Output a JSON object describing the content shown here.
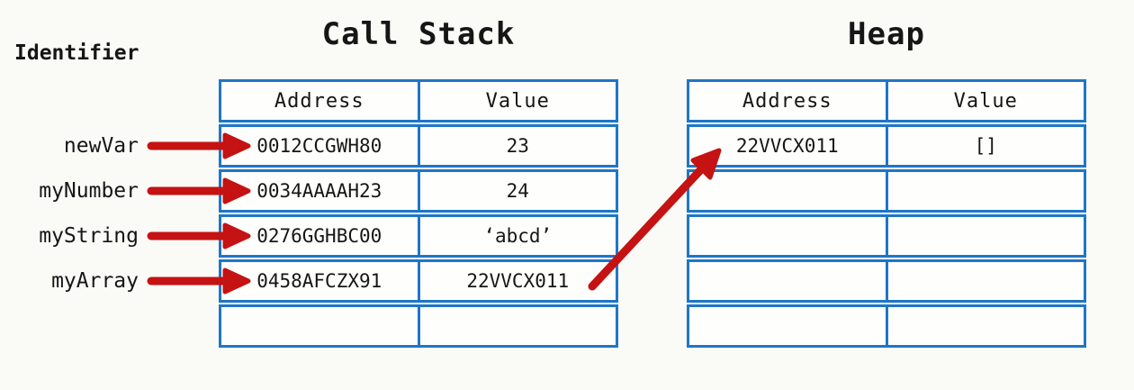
{
  "colors": {
    "table_border_blue": "#1E76C8",
    "arrow_red": "#C51212",
    "text": "#161616",
    "background": "#FAFAF7"
  },
  "identifier_panel": {
    "heading": "Identifier",
    "items": [
      "newVar",
      "myNumber",
      "myString",
      "myArray"
    ]
  },
  "call_stack": {
    "title": "Call Stack",
    "columns": [
      "Address",
      "Value"
    ],
    "rows": [
      [
        "0012CCGWH80",
        "23"
      ],
      [
        "0034AAAAH23",
        "24"
      ],
      [
        "0276GGHBC00",
        "‘abcd’"
      ],
      [
        "0458AFCZX91",
        "22VVCX011"
      ],
      [
        "",
        ""
      ]
    ]
  },
  "heap": {
    "title": "Heap",
    "columns": [
      "Address",
      "Value"
    ],
    "rows": [
      [
        "22VVCX011",
        "[]"
      ],
      [
        "",
        ""
      ],
      [
        "",
        ""
      ],
      [
        "",
        ""
      ],
      [
        "",
        ""
      ]
    ]
  },
  "reference_arrow": {
    "from_value": "22VVCX011",
    "to_heap_address": "22VVCX011"
  }
}
